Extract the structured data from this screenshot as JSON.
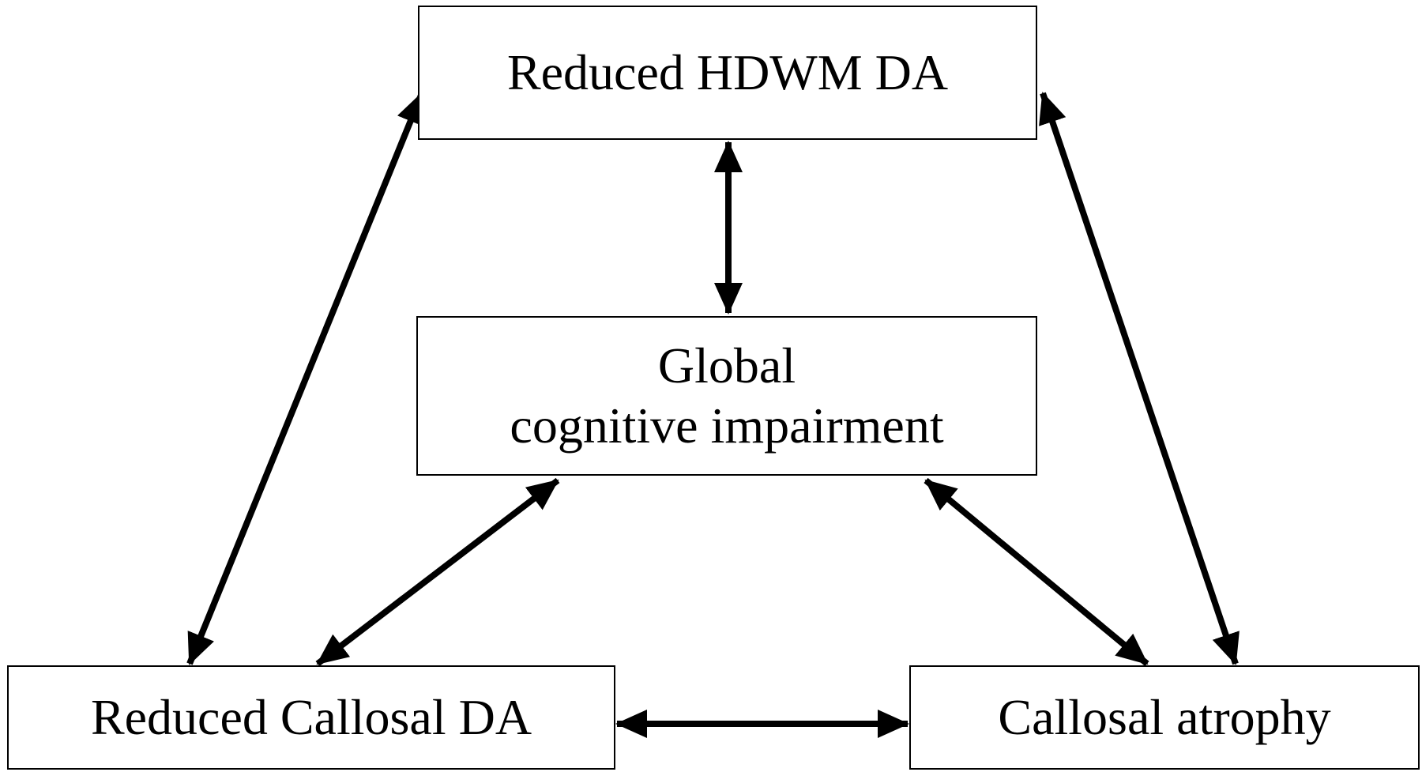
{
  "nodes": {
    "top": {
      "label": "Reduced HDWM DA"
    },
    "center": {
      "line1": "Global",
      "line2": "cognitive impairment"
    },
    "left": {
      "label": "Reduced Callosal DA"
    },
    "right": {
      "label": "Callosal atrophy"
    }
  },
  "edges": [
    {
      "from": "top",
      "to": "center",
      "bidirectional": true
    },
    {
      "from": "top",
      "to": "left",
      "bidirectional": true
    },
    {
      "from": "top",
      "to": "right",
      "bidirectional": true
    },
    {
      "from": "center",
      "to": "left",
      "bidirectional": true
    },
    {
      "from": "center",
      "to": "right",
      "bidirectional": true
    },
    {
      "from": "left",
      "to": "right",
      "bidirectional": true
    }
  ],
  "colors": {
    "line": "#000000",
    "fill": "#ffffff"
  }
}
